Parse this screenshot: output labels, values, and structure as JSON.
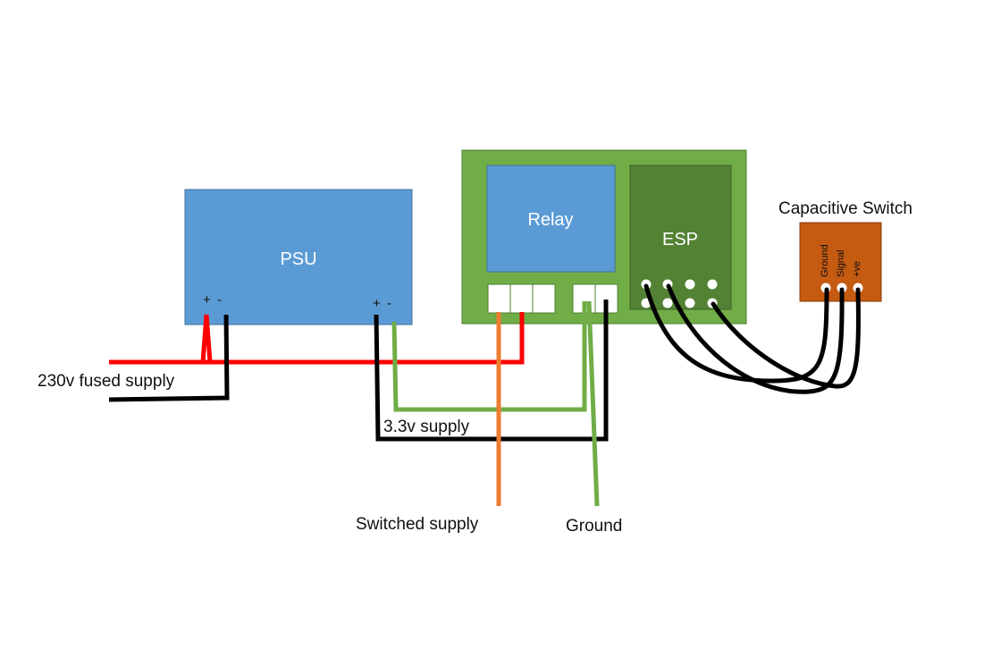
{
  "labels": {
    "psu": "PSU",
    "relay": "Relay",
    "esp": "ESP",
    "capacitive_switch": "Capacitive Switch",
    "supply_230v": "230v fused supply",
    "supply_3v3": "3.3v supply",
    "switched_supply": "Switched supply",
    "ground": "Ground",
    "plus": "+",
    "minus": "-"
  },
  "switch_pins": [
    "Ground",
    "Signal",
    "+ve"
  ],
  "colors": {
    "psu_fill": "#5b9bd5",
    "board_fill": "#70ad47",
    "esp_fill": "#548235",
    "switch_fill": "#c55a11",
    "wire_red": "#ff0000",
    "wire_black": "#000000",
    "wire_green": "#70ad47",
    "wire_orange": "#ed7d31"
  }
}
